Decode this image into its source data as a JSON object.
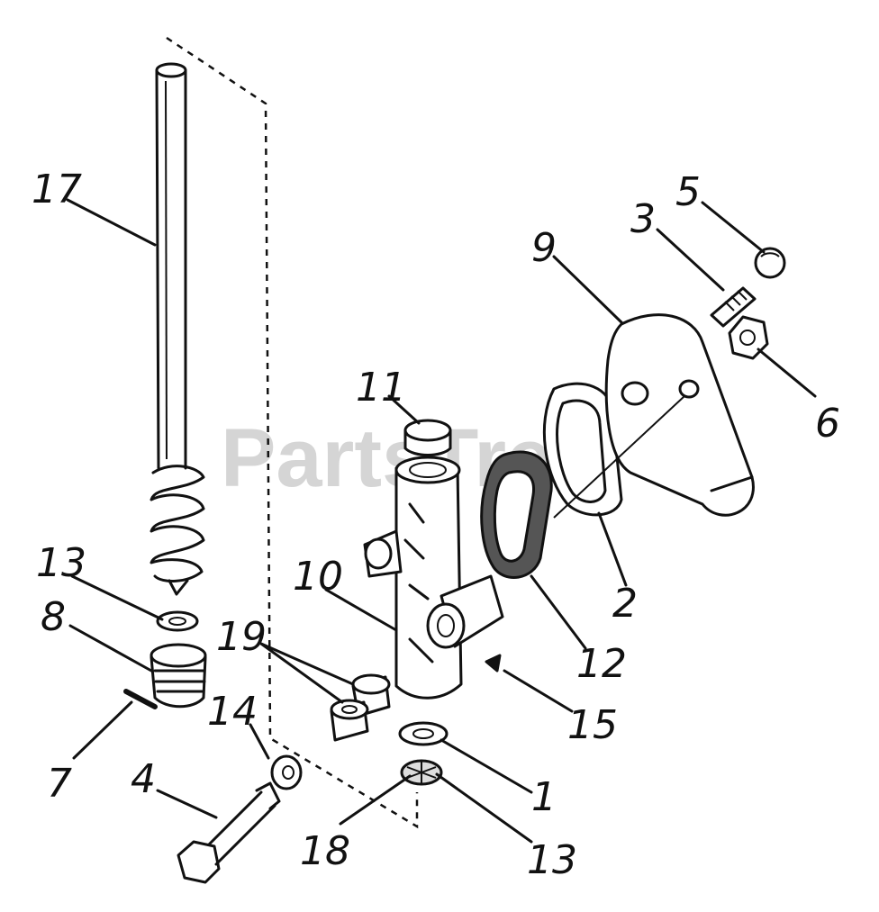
{
  "watermark": "PartsTree",
  "callouts": {
    "c17": "17",
    "c13a": "13",
    "c8": "8",
    "c7": "7",
    "c4": "4",
    "c14": "14",
    "c19": "19",
    "c10": "10",
    "c11": "11",
    "c18": "18",
    "c13b": "13",
    "c1": "1",
    "c15": "15",
    "c12": "12",
    "c2": "2",
    "c9": "9",
    "c3": "3",
    "c5": "5",
    "c6": "6"
  }
}
